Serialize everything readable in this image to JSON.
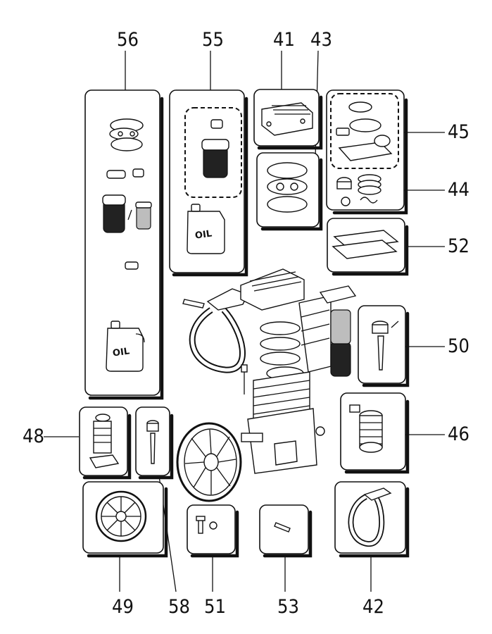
{
  "part_numbers": {
    "n56": "56",
    "n55": "55",
    "n41": "41",
    "n43": "43",
    "n45": "45",
    "n44": "44",
    "n52": "52",
    "n50": "50",
    "n46": "46",
    "n48": "48",
    "n49": "49",
    "n58": "58",
    "n51": "51",
    "n53": "53",
    "n42": "42"
  },
  "oil_label": "OIL"
}
